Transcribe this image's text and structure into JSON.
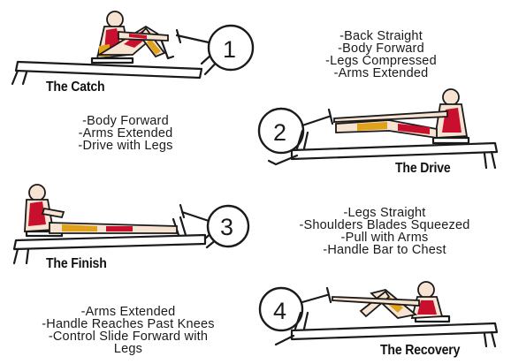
{
  "stages": [
    {
      "number": "1",
      "name": "The Catch",
      "notes": [
        "-Back Straight",
        "-Body Forward",
        "-Legs Compressed",
        "-Arms Extended"
      ]
    },
    {
      "number": "2",
      "name": "The Drive",
      "notes": [
        "-Body Forward",
        "-Arms Extended",
        "-Drive with Legs"
      ]
    },
    {
      "number": "3",
      "name": "The Finish",
      "notes": [
        "-Legs Straight",
        "-Shoulders Blades Squeezed",
        "-Pull with Arms",
        "-Handle Bar to Chest"
      ]
    },
    {
      "number": "4",
      "name": "The Recovery",
      "notes": [
        "-Arms Extended",
        "-Handle Reaches Past Knees",
        "-Control Slide Forward with",
        "Legs"
      ]
    }
  ],
  "colors": {
    "ink": "#1a1a1a",
    "muscle_red": "#c8102e",
    "muscle_yellow": "#e0a21a",
    "skin": "#f3d9c4"
  }
}
